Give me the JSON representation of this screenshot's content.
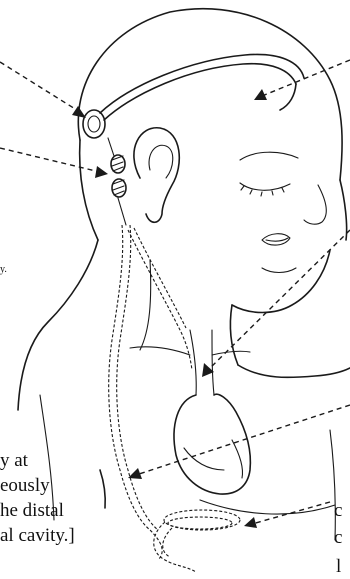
{
  "figure": {
    "subject": "shunt-diagram",
    "caption_lines": [
      "y at",
      "eously",
      "he distal",
      "al cavity.]"
    ],
    "side_text": "y.",
    "right_fragments": [
      "c",
      "c",
      "l"
    ]
  },
  "colors": {
    "ink": "#1a1a1a",
    "paper": "#ffffff"
  },
  "icons": {
    "pointer": "dashed-arrow"
  }
}
